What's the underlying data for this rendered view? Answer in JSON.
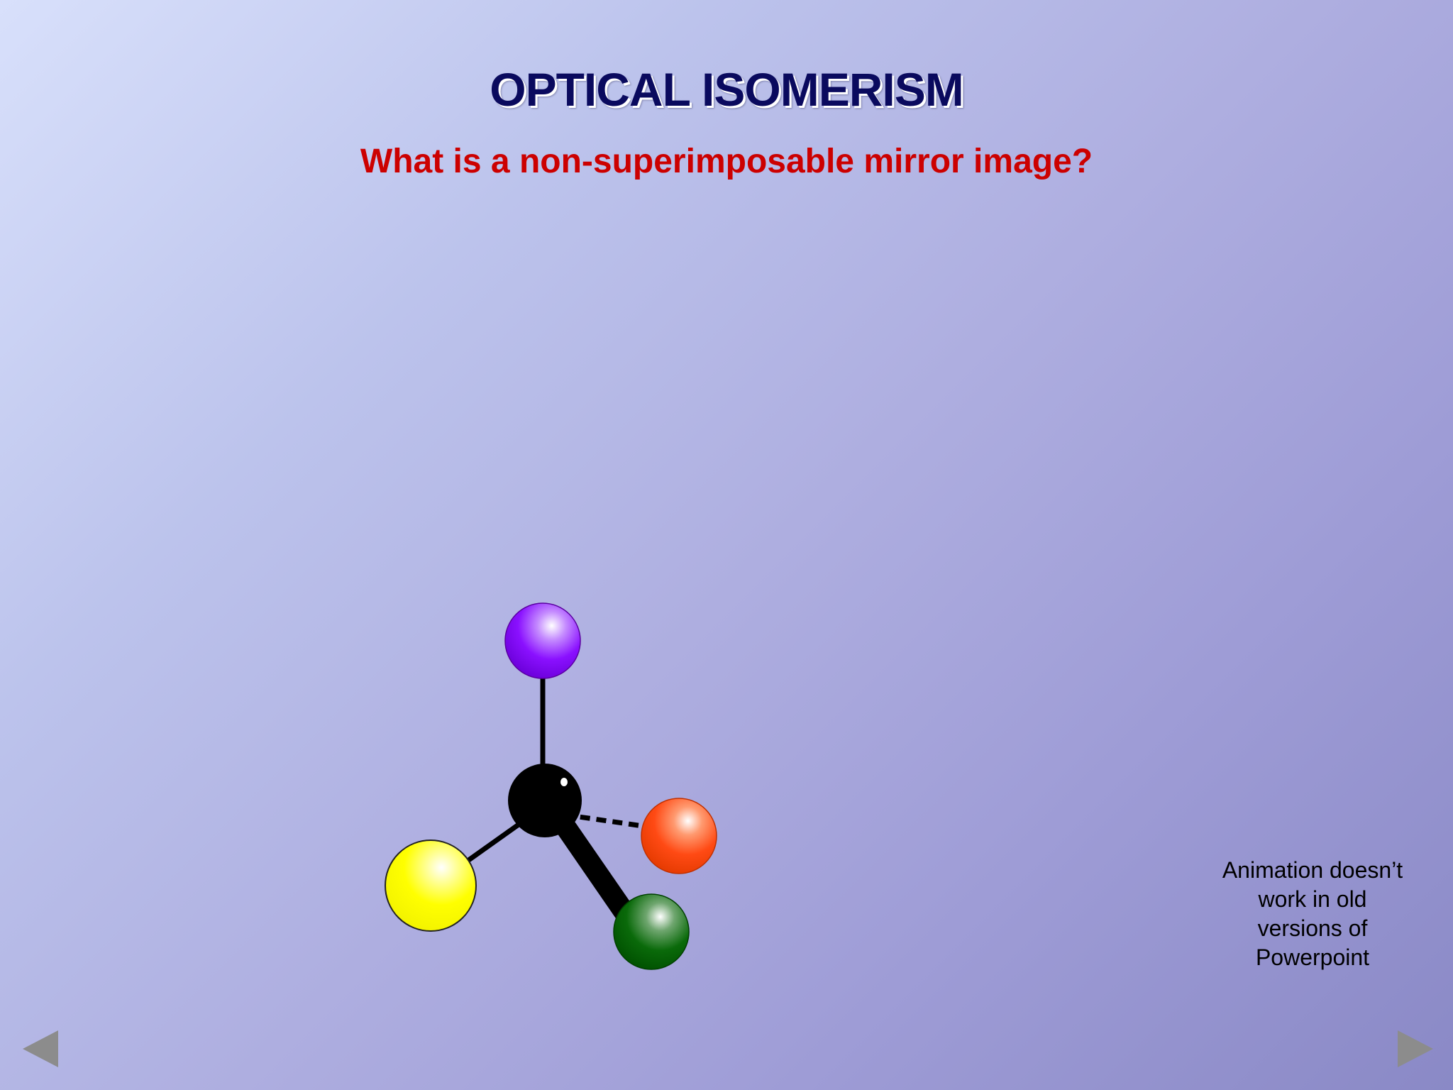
{
  "slide": {
    "title": "OPTICAL ISOMERISM",
    "subtitle": "What is a non-superimposable mirror image?",
    "note_lines": [
      "Animation doesn’t",
      "work in old",
      "versions of",
      "Powerpoint"
    ]
  },
  "molecule": {
    "atoms": [
      {
        "name": "central-atom",
        "color": "#000000"
      },
      {
        "name": "top-atom",
        "color": "#8800ff"
      },
      {
        "name": "right-atom",
        "color": "#ff4500"
      },
      {
        "name": "left-atom",
        "color": "#ffff00"
      },
      {
        "name": "bottom-atom",
        "color": "#006400"
      }
    ],
    "bonds": [
      "solid",
      "dashed",
      "solid",
      "wedge"
    ]
  },
  "navigation": {
    "prev_icon": "triangle-left-icon",
    "next_icon": "triangle-right-icon"
  },
  "colors": {
    "title": "#0a0a5e",
    "subtitle": "#cc0000",
    "nav": "#8c8c8c"
  }
}
